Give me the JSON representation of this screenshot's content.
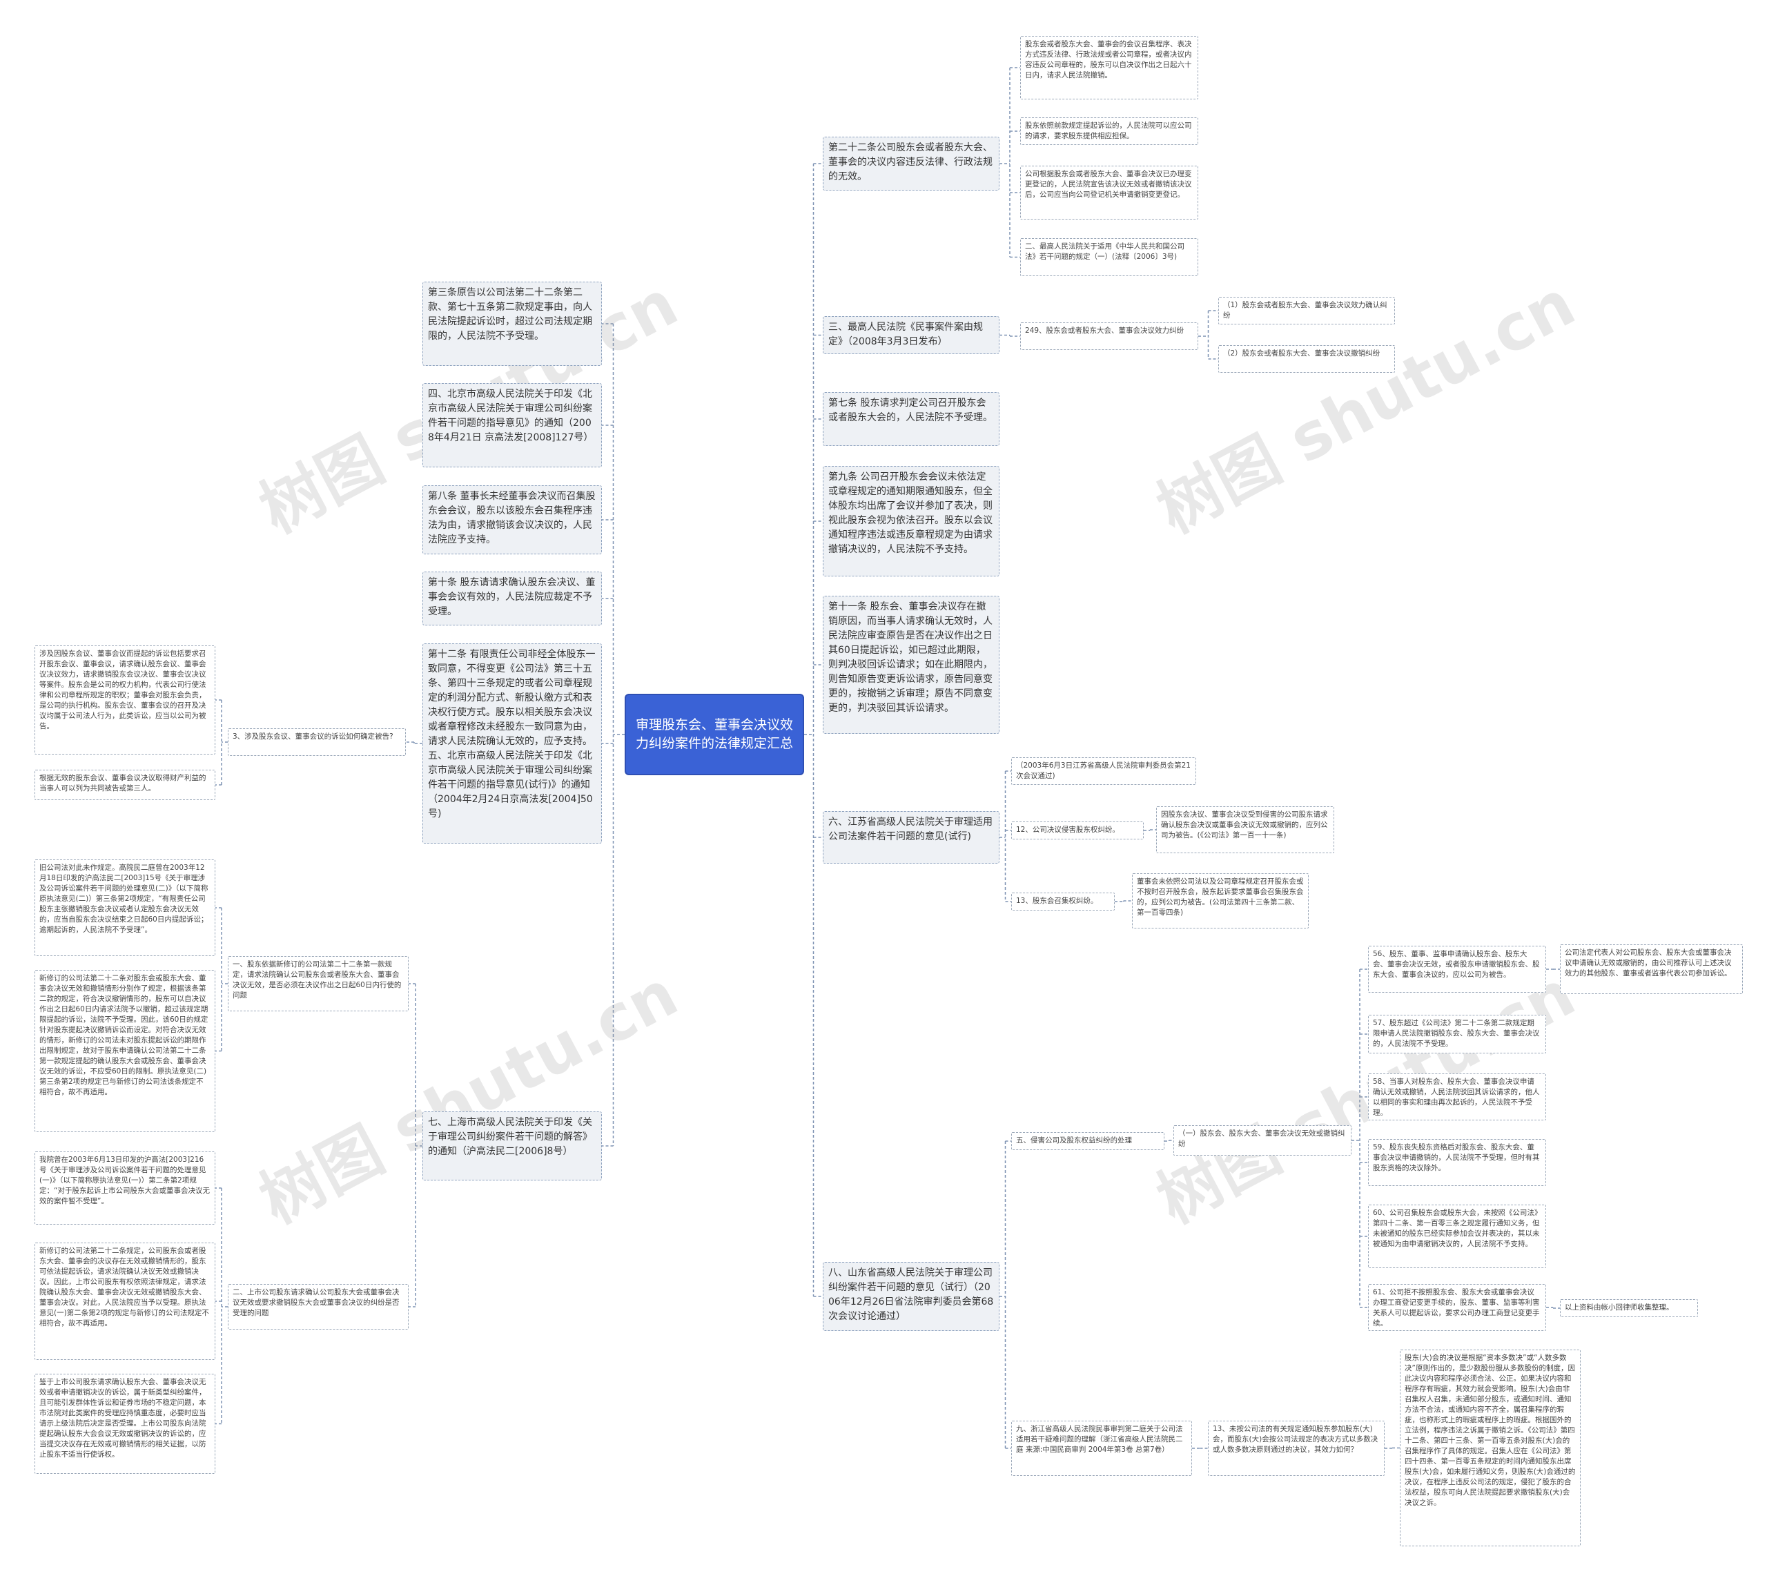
{
  "watermark": "树图 shutu.cn",
  "colors": {
    "root_fill": "#3a62d6",
    "node_fill": "#eef1f5",
    "edge": "#7f93b3"
  },
  "root": "审理股东会、董事会决议效力纠纷案件的法律规定汇总",
  "right": {
    "r1": "第二十二条公司股东会或者股东大会、董事会的决议内容违反法律、行政法规的无效。",
    "r1a": "股东会或者股东大会、董事会的会议召集程序、表决方式违反法律、行政法规或者公司章程，或者决议内容违反公司章程的，股东可以自决议作出之日起六十日内，请求人民法院撤销。",
    "r1b": "股东依照前款规定提起诉讼的，人民法院可以应公司的请求，要求股东提供相应担保。",
    "r1c": "公司根据股东会或者股东大会、董事会决议已办理变更登记的，人民法院宣告该决议无效或者撤销该决议后，公司应当向公司登记机关申请撤销变更登记。",
    "r1d": "二、最高人民法院关于适用《中华人民共和国公司法》若干问题的规定（一）(法释〔2006〕3号)",
    "r2": "三、最高人民法院《民事案件案由规定》（2008年3月3日发布）",
    "r2a": "249、股东会或者股东大会、董事会决议效力纠纷",
    "r2a1": "（1）股东会或者股东大会、董事会决议效力确认纠纷",
    "r2a2": "（2）股东会或者股东大会、董事会决议撤销纠纷",
    "r3": "第七条 股东请求判定公司召开股东会或者股东大会的，人民法院不予受理。",
    "r4": "第九条 公司召开股东会会议未依法定或章程规定的通知期限通知股东，但全体股东均出席了会议并参加了表决，则视此股东会视为依法召开。股东以会议通知程序违法或违反章程规定为由请求撤销决议的，人民法院不予支持。",
    "r5": "第十一条 股东会、董事会决议存在撤销原因，而当事人请求确认无效时，人民法院应审查原告是否在决议作出之日其60日提起诉讼，如已超过此期限，则判决驳回诉讼请求；如在此期限内，则告知原告变更诉讼请求，原告同意变更的，按撤销之诉审理；原告不同意变更的，判决驳回其诉讼请求。",
    "r6": "六、江苏省高级人民法院关于审理适用公司法案件若干问题的意见(试行)",
    "r6a": "（2003年6月3日江苏省高级人民法院审判委员会第21次会议通过)",
    "r6b": "12、公司决议侵害股东权纠纷。",
    "r6b1": "因股东会决议、董事会决议受到侵害的公司股东请求确认股东会决议或董事会决议无效或撤销的，应列公司为被告。(《公司法》第一百一十一条)",
    "r6c": "13、股东会召集权纠纷。",
    "r6c1": "董事会未依照公司法以及公司章程规定召开股东会或不按时召开股东会，股东起诉要求董事会召集股东会的，应列公司为被告。(公司法第四十三条第二款、第一百零四条)",
    "r8": "八、山东省高级人民法院关于审理公司纠纷案件若干问题的意见（试行）（2006年12月26日省法院审判委员会第68次会议讨论通过）",
    "r8a": "五、侵害公司及股东权益纠纷的处理",
    "r8a1": "（一）股东会、股东大会、董事会决议无效或撤销纠纷",
    "r8a1a": "56、股东、董事、监事申请确认股东会、股东大会、董事会决议无效，或者股东申请撤销股东会、股东大会、董事会决议的，应以公司为被告。",
    "r8a1a1": "公司法定代表人对公司股东会、股东大会或董事会决议申请确认无效或撤销的，由公司推荐认可上述决议效力的其他股东、董事或者监事代表公司参加诉讼。",
    "r8a1b": "57、股东超过《公司法》第二十二条第二款规定期限申请人民法院撤销股东会、股东大会、董事会决议的，人民法院不予受理。",
    "r8a1c": "58、当事人对股东会、股东大会、董事会决议申请确认无效或撤销，人民法院驳回其诉讼请求的，他人以相同的事实和理由再次起诉的，人民法院不予受理。",
    "r8a1d": "59、股东丧失股东资格后对股东会、股东大会、董事会决议申请撤销的，人民法院不予受理，但时有其股东资格的决议除外。",
    "r8a1e": "60、公司召集股东会或股东大会，未按照《公司法》第四十二条、第一百零三条之规定履行通知义务，但未被通知的股东已经实际参加会议并表决的，其以未被通知为由申请撤销决议的，人民法院不予支持。",
    "r8a1f": "61、公司拒不按照股东会、股东大会或董事会决议办理工商登记变更手续的，股东、董事、监事等利害关系人可以提起诉讼，要求公司办理工商登记变更手续。",
    "r8a1f1": "以上资料由帐小回律师收集整理。",
    "r9": "九、浙江省高级人民法院民事审判第二庭关于公司法适用若干疑难问题的理解（浙江省高级人民法院民二庭 来源:中国民商审判 2004年第3卷 总第7卷）",
    "r9a": "13、未按公司法的有关规定通知股东参加股东(大)会，而股东(大)会按公司法规定的表决方式以多数决或人数多数决原则通过的决议，其效力如何？",
    "r9a1": "股东(大)会的决议是根据“资本多数决”或“人数多数决”原则作出的，是少数股份服从多数股份的制度，因此决议内容和程序必须合法、公正。如果决议内容和程序存有瑕疵，其效力就会受影响。股东(大)会由非召集权人召集，未通知部分股东，或通知时间、通知方法不合法，或通知内容不齐全，属召集程序的瑕疵，也称形式上的瑕疵或程序上的瑕疵。根据国外的立法例，程序违法之诉属于撤销之诉。《公司法》第四十二条、第四十三条、第一百零五条对股东(大)会的召集程序作了具体的规定。召集人应在《公司法》第四十四条、第一百零五条规定的时间内通知股东出席股东(大)会，如未履行通知义务，则股东(大)会通过的决议，在程序上违反公司法的规定，侵犯了股东的合法权益，股东可向人民法院提起要求撤销股东(大)会决议之诉。"
  },
  "left": {
    "l1": "第三条原告以公司法第二十二条第二款、第七十五条第二款规定事由，向人民法院提起诉讼时，超过公司法规定期限的，人民法院不予受理。",
    "l2": "四、北京市高级人民法院关于印发《北京市高级人民法院关于审理公司纠纷案件若干问题的指导意见》的通知（2008年4月21日 京高法发[2008]127号）",
    "l3": "第八条 董事长未经董事会决议而召集股东会会议，股东以该股东会召集程序违法为由，请求撤销该会议决议的，人民法院应予支持。",
    "l4": "第十条 股东请请求确认股东会决议、董事会会议有效的，人民法院应裁定不予受理。",
    "l5": "第十二条 有限责任公司非经全体股东一致同意，不得变更《公司法》第三十五条、第四十三条规定的或者公司章程规定的利润分配方式、新股认缴方式和表决权行使方式。股东以相关股东会决议或者章程修改未经股东一致同意为由，请求人民法院确认无效的，应予支持。五、北京市高级人民法院关于印发《北京市高级人民法院关于审理公司纠纷案件若干问题的指导意见(试行)》的通知（2004年2月24日京高法发[2004]50号)",
    "l5a": "3、涉及股东会议、董事会议的诉讼如何确定被告?",
    "l5a1": "涉及因股东会议、董事会议而提起的诉讼包括要求召开股东会议、董事会议，请求确认股东会议、董事会议决议效力，请求撤销股东会议决议、董事会议决议等案件。股东会是公司的权力机构，代表公司行使法律和公司章程所规定的职权；董事会对股东会负责，是公司的执行机构。股东会议、董事会议的召开及决议均属于公司法人行为，此类诉讼，应当以公司为被告。",
    "l5a2": "根据无效的股东会议、董事会议决议取得财产利益的当事人可以列为共同被告或第三人。",
    "l7": "七、上海市高级人民法院关于印发《关于审理公司纠纷案件若干问题的解答》的通知（沪高法民二[2006]8号）",
    "l7a": "一、股东依据新修订的公司法第二十二条第一款规定，请求法院确认公司股东会或者股东大会、董事会决议无效，是否必须在决议作出之日起60日内行使的问题",
    "l7a1": "旧公司法对此未作规定。高院民二庭曾在2003年12月18日印发的沪高法民二[2003]15号《关于审理涉及公司诉讼案件若干问题的处理意见(二)》（以下简称原执法意见(二)）第三条第2项规定，“有限责任公司股东主张撤销股东会决议或者认定股东会决议无效的，应当自股东会决议结束之日起60日内提起诉讼；逾期起诉的，人民法院不予受理”。",
    "l7a2": "新修订的公司法第二十二条对股东会或股东大会、董事会决议无效和撤销情形分别作了规定，根据该条第二款的规定，符合决议撤销情形的，股东可以自决议作出之日起60日内请求法院予以撤销，超过该规定期限提起的诉讼，法院不予受理。因此，该60日的规定针对股东提起决议撤销诉讼而设定。对符合决议无效的情形，新修订的公司法未对股东提起诉讼的期限作出限制规定，故对于股东申请确认公司法第二十二条第一款规定提起的确认股东大会或股东会、董事会决议无效的诉讼，不应受60日的限制。原执法意见(二)第三条第2项的规定已与新修订的公司法该条规定不相符合，故不再适用。",
    "l7b": "二、上市公司股东请求确认公司股东大会或董事会决议无效或要求撤销股东大会或董事会决议的纠纷是否受理的问题",
    "l7b1": "我院曾在2003年6月13日印发的沪高法[2003]216号《关于审理涉及公司诉讼案件若干问题的处理意见(一)》（以下简称原执法意见(一)）第二条第2项规定：“对于股东起诉上市公司股东大会或董事会决议无效的案件暂不受理”。",
    "l7b2": "新修订的公司法第二十二条规定，公司股东会或者股东大会、董事会的决议存在无效或撤销情形的，股东可依法提起诉讼，请求法院确认决议无效或撤销决议。因此，上市公司股东有权依照法律规定，请求法院确认股东大会、董事会决议无效或撤销股东大会、董事会决议。对此，人民法院应当予以受理。原执法意见(一)第二条第2项的规定与新修订的公司法规定不相符合，故不再适用。",
    "l7b3": "鉴于上市公司股东请求确认股东大会、董事会决议无效或者申请撤销决议的诉讼，属于新类型纠纷案件，且可能引发群体性诉讼和证券市场的不稳定问题，本市法院对此类案件的受理应持慎重态度，必要时应当请示上级法院后决定是否受理。上市公司股东向法院提起确认股东大会会议无效或撤销决议的诉讼的，应当提交决议存在无效或可撤销情形的相关证据，以防止股东不适当行使诉权。"
  }
}
